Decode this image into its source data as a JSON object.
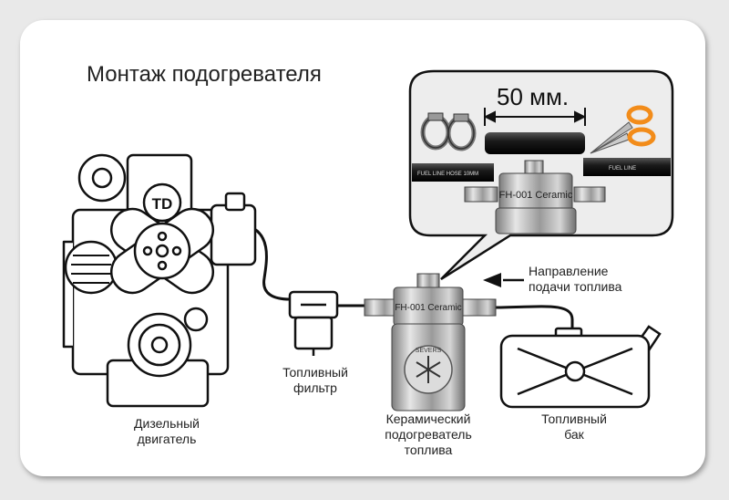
{
  "title": "Монтаж подогревателя",
  "labels": {
    "engine": [
      "Дизельный",
      "двигатель"
    ],
    "filter": [
      "Топливный",
      "фильтр"
    ],
    "heater": [
      "Керамический",
      "подогреватель",
      "топлива"
    ],
    "tank": [
      "Топливный",
      "бак"
    ],
    "direction": [
      "Направление",
      "подачи топлива"
    ]
  },
  "callout": {
    "dimension": "50 мм.",
    "hose_text": "FUEL LINE HOSE 10MM",
    "hose_text_right": "FUEL LINE",
    "heater_model": "FH-001 Ceramic"
  },
  "engine_logo": "TD",
  "heater_model": "FH-001 Ceramic",
  "heater_badge": "SEVERS",
  "colors": {
    "background": "#e9e9e9",
    "card": "#ffffff",
    "outline": "#111111",
    "metal": "#b8b8b8",
    "scissors_handle": "#f28c1a"
  },
  "icons": [
    "engine-icon",
    "fuel-filter-icon",
    "ceramic-heater-icon",
    "fuel-tank-icon",
    "direction-arrow-icon",
    "scissors-icon",
    "hose-clamp-icon"
  ]
}
